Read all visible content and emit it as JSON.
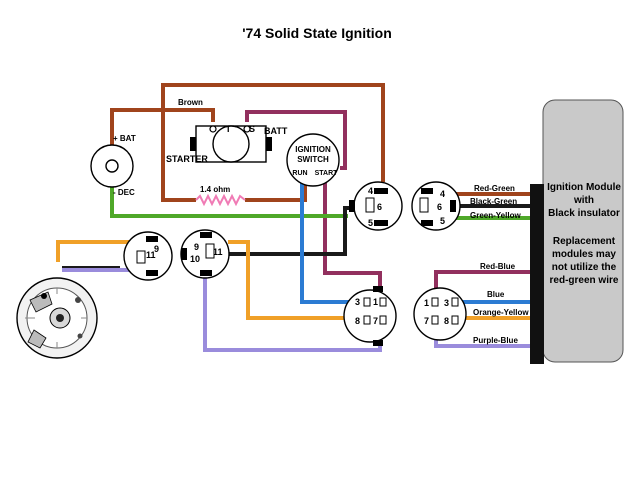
{
  "title": "'74 Solid State Ignition",
  "labels": {
    "brown": "Brown",
    "bat_plus": "+  BAT",
    "dec_minus": "-  DEC",
    "starter": "STARTER",
    "batt": "BATT",
    "solenoid_i": "I",
    "solenoid_s": "S",
    "resistor": "1.4 ohm",
    "ign_switch_1": "IGNITION",
    "ign_switch_2": "SWITCH",
    "run": "RUN",
    "start": "START",
    "red_green": "Red-Green",
    "black_green": "Black-Green",
    "green_yellow": "Green-Yellow",
    "red_blue": "Red-Blue",
    "blue": "Blue",
    "orange_yellow": "Orange-Yellow",
    "purple_blue": "Purple-Blue"
  },
  "pins": {
    "c1_4": "4",
    "c1_6": "6",
    "c1_5": "5",
    "c2_4": "4",
    "c2_6": "6",
    "c2_5": "5",
    "c3_11": "11",
    "c3_9": "9",
    "c4_9": "9",
    "c4_10": "10",
    "c4_11": "11",
    "c5_3": "3",
    "c5_1": "1",
    "c5_8": "8",
    "c5_7": "7",
    "c6_1": "1",
    "c6_3": "3",
    "c6_7": "7",
    "c6_8": "8"
  },
  "module": {
    "line1": "Ignition Module",
    "line2": "with",
    "line3": "Black insulator",
    "note1": "Replacement",
    "note2": "modules may",
    "note3": "not utilize the",
    "note4": "red-green wire"
  },
  "colors": {
    "brown": "#a0441c",
    "maroon": "#92305e",
    "green": "#4fa829",
    "black": "#1a1a1a",
    "blue": "#2b7bd3",
    "orange": "#f0a028",
    "purple": "#9a8cdc",
    "pink": "#f07bb5",
    "module_fill": "#c9c9c9"
  }
}
